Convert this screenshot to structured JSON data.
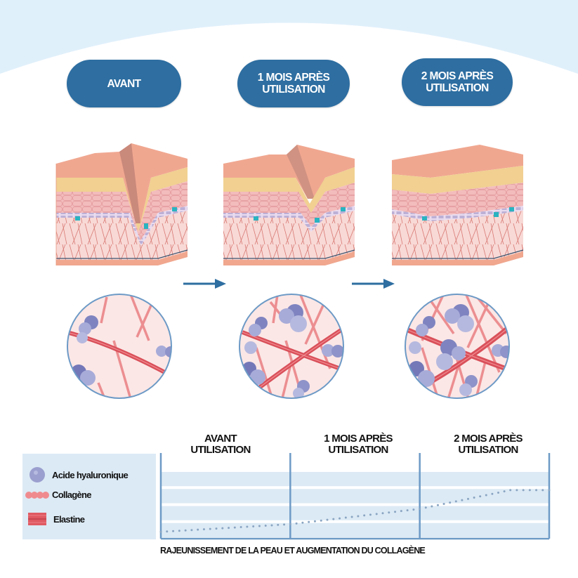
{
  "colors": {
    "sky": "#e0f0fb",
    "pill": "#2e6ea1",
    "arrow": "#2e6ea1",
    "legend_bg": "#dceaf5",
    "chart_band": "#dceaf5",
    "chart_axis": "#6d9ac6",
    "dots": "#8aa5c2",
    "hyaluronic": "#9a9fcf",
    "collagen": "#ef8b8f",
    "elastin": "#d9505a"
  },
  "stages": [
    {
      "label_lines": [
        "AVANT"
      ],
      "skin_state": "deep-wrinkle",
      "circle_density": "low"
    },
    {
      "label_lines": [
        "1 MOIS APRÈS",
        "UTILISATION"
      ],
      "skin_state": "shallow-wrinkle",
      "circle_density": "medium"
    },
    {
      "label_lines": [
        "2 MOIS APRÈS",
        "UTILISATION"
      ],
      "skin_state": "smooth",
      "circle_density": "high"
    }
  ],
  "arrows": [
    {
      "icon": "arrow-right-icon"
    },
    {
      "icon": "arrow-right-icon"
    }
  ],
  "legend": {
    "items": [
      {
        "icon": "hyaluronic-acid-icon",
        "label": "Acide hyaluronique"
      },
      {
        "icon": "collagen-icon",
        "label": "Collagène"
      },
      {
        "icon": "elastin-icon",
        "label": "Elastine"
      }
    ]
  },
  "chart": {
    "columns": [
      {
        "title_lines": [
          "AVANT",
          "UTILISATION"
        ]
      },
      {
        "title_lines": [
          "1 MOIS APRÈS",
          "UTILISATION"
        ]
      },
      {
        "title_lines": [
          "2 MOIS APRÈS",
          "UTILISATION"
        ]
      }
    ],
    "caption": "RAJEUNISSEMENT DE LA PEAU ET AUGMENTATION DU COLLAGÈNE"
  },
  "chart_data": {
    "type": "line",
    "title": "",
    "caption": "RAJEUNISSEMENT DE LA PEAU ET AUGMENTATION DU COLLAGÈNE",
    "xlabel": "",
    "ylabel": "",
    "categories": [
      "AVANT UTILISATION",
      "1 MOIS APRÈS UTILISATION",
      "2 MOIS APRÈS UTILISATION"
    ],
    "x_range": [
      0,
      3
    ],
    "ylim": [
      0,
      4
    ],
    "bands": 4,
    "grid": true,
    "legend": "left",
    "series": [
      {
        "name": "Collagène",
        "style": "dotted",
        "points": [
          [
            0.0,
            0.4
          ],
          [
            1.0,
            0.85
          ],
          [
            2.0,
            1.75
          ],
          [
            2.7,
            2.85
          ],
          [
            3.0,
            2.85
          ]
        ]
      }
    ]
  }
}
